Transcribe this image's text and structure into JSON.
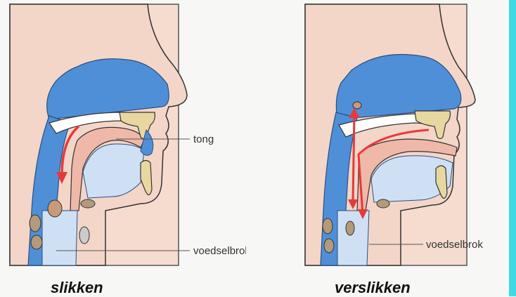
{
  "left_panel": {
    "caption": "slikken",
    "label_tongue": "tong",
    "label_food": "voedselbrok"
  },
  "right_panel": {
    "caption": "verslikken",
    "label_food": "voedselbrok"
  },
  "colors": {
    "airway": "#4f8fd8",
    "skin": "#f3d6c8",
    "tongue": "#f0b8a8",
    "bone": "#e9d7a0",
    "arrow": "#e8393a",
    "accent_bar": "#3fd9e6"
  }
}
